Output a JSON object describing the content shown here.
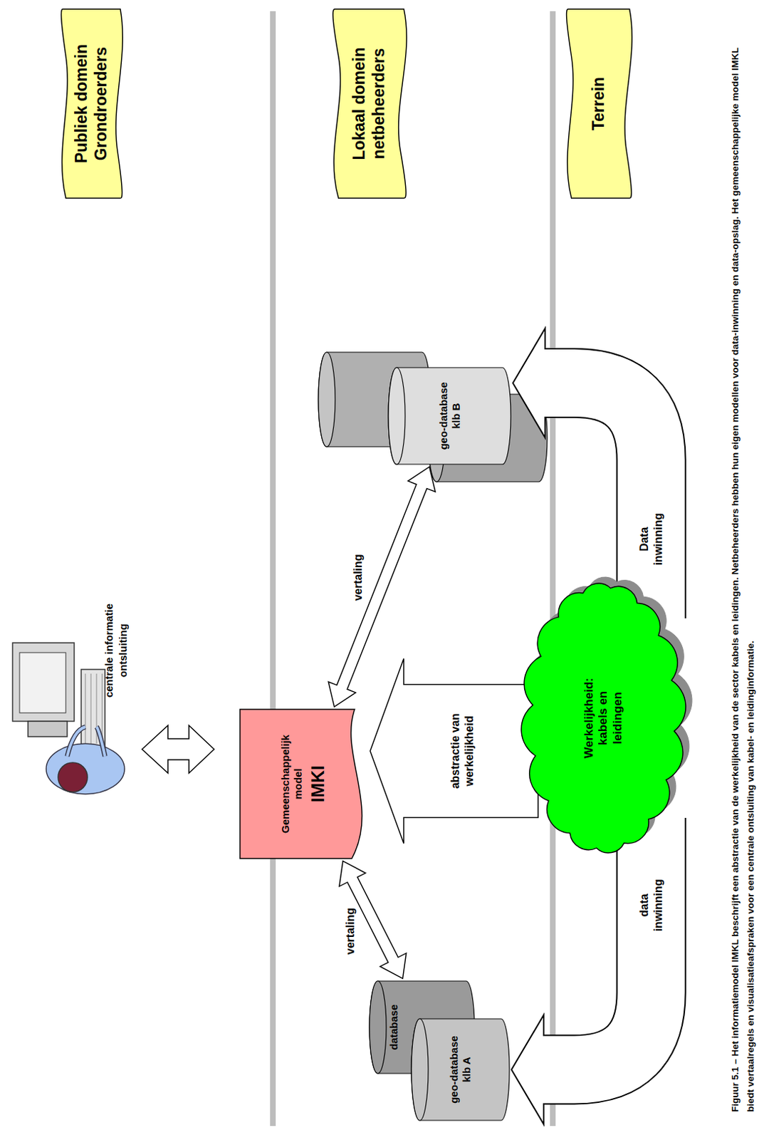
{
  "diagram": {
    "caption": "Figuur 5.1 – Het informatiemodel IMKL beschrijft een abstractie van de werkelijkheid van de sector kabels en leidingen. Netbeheerders hebben hun eigen modellen voor data-inwinning en data-opslag. Het gemeenschappelijke model IMKL biedt vertaalregels en visualisatieafspraken voor een centrale ontsluiting van kabel- en leidinginformatie.",
    "nodes": [
      {
        "text": [
          "Publiek domein Grondroerders"
        ]
      },
      {
        "text": [
          "Lokaal domein netbeheerders"
        ]
      },
      {
        "text": [
          "Terrein"
        ]
      },
      {
        "text": [
          "Gemeenschappelijk model",
          "IMKI"
        ]
      },
      {
        "text": [
          "database"
        ]
      },
      {
        "text": [
          "geo-database klb A"
        ]
      },
      {
        "text": [
          "geo-database klb B"
        ]
      },
      {
        "text": [
          "Werkelijkheid: kabels en leidingen"
        ]
      }
    ],
    "edges": [
      {
        "from": 3,
        "to": 5,
        "arrow": "both",
        "label": "vertaling"
      },
      {
        "from": 3,
        "to": 6,
        "arrow": "both",
        "label": "vertaling"
      },
      {
        "from": 7,
        "to": 3,
        "arrow": "to",
        "label": "abstractie van werkelijkheid"
      },
      {
        "from": 7,
        "to": 5,
        "arrow": "to",
        "label": "data inwinning"
      },
      {
        "from": 7,
        "to": 6,
        "arrow": "to",
        "label": "Data inwinning"
      }
    ],
    "labels": [
      "centrale informatie ontsluiting"
    ]
  }
}
